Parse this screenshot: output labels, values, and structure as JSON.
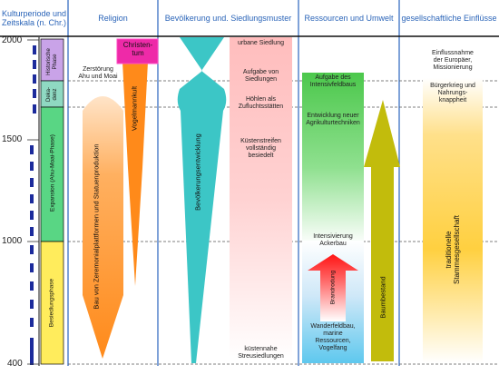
{
  "headers": {
    "period": "Kulturperiode\nund Zeitskala\n(n. Chr.)",
    "religion": "Religion",
    "population": "Bevölkerung und. Siedlungsmuster",
    "resources": "Ressourcen und Umwelt",
    "society": "gesellschaftliche\nEinflüsse"
  },
  "axis": {
    "ticks": [
      "2000",
      "1500",
      "1000",
      "400"
    ]
  },
  "periods": [
    {
      "label": "Historische\nPhase",
      "color": "#c9a3e8"
    },
    {
      "label": "Deka-\ndenz",
      "color": "#8fd9c2"
    },
    {
      "label": "Expansion (Ahu-Moai-Phase)",
      "color": "#59d684"
    },
    {
      "label": "Besiedlungsphase",
      "color": "#ffec5c"
    }
  ],
  "religion": {
    "christentum": "Christen-\ntum",
    "zerstoerung": "Zerstörung\nAhu und Moai",
    "vogelmannkult": "Vogelmannkult",
    "bau": "Bau von Zeremonialplattformen und Statuenproduktion"
  },
  "population": {
    "vertical": "Bevölkerungsentwicklung",
    "items": [
      "urbane Siedlung",
      "Aufgabe von\nSiedlungen",
      "Höhlen als\nZufluchtsstätten",
      "Küstenstreifen\nvollständig\nbesiedelt",
      "küstennahe\nStreusiedlungen"
    ]
  },
  "resources": {
    "aufgabe": "Aufgabe des\nIntensivfeldbaus",
    "entwicklung": "Entwicklung neuer\nAgrikulturtechniken",
    "intensivierung": "Intensivierung\nAckerbau",
    "brandrodung": "Brandrodung",
    "wanderfeldbau": "Wanderfeldbau,\nmarine\nRessourcen,\nVogelfang",
    "baumbestand": "Baumbestand"
  },
  "society": {
    "einfluss": "Einflussnahme\nder Europäer,\nMissionierung",
    "buergerkrieg": "Bürgerkrieg und\nNahrungs-\nknappheit",
    "stammes": "traditionelle\nStammesgesellschaft"
  }
}
